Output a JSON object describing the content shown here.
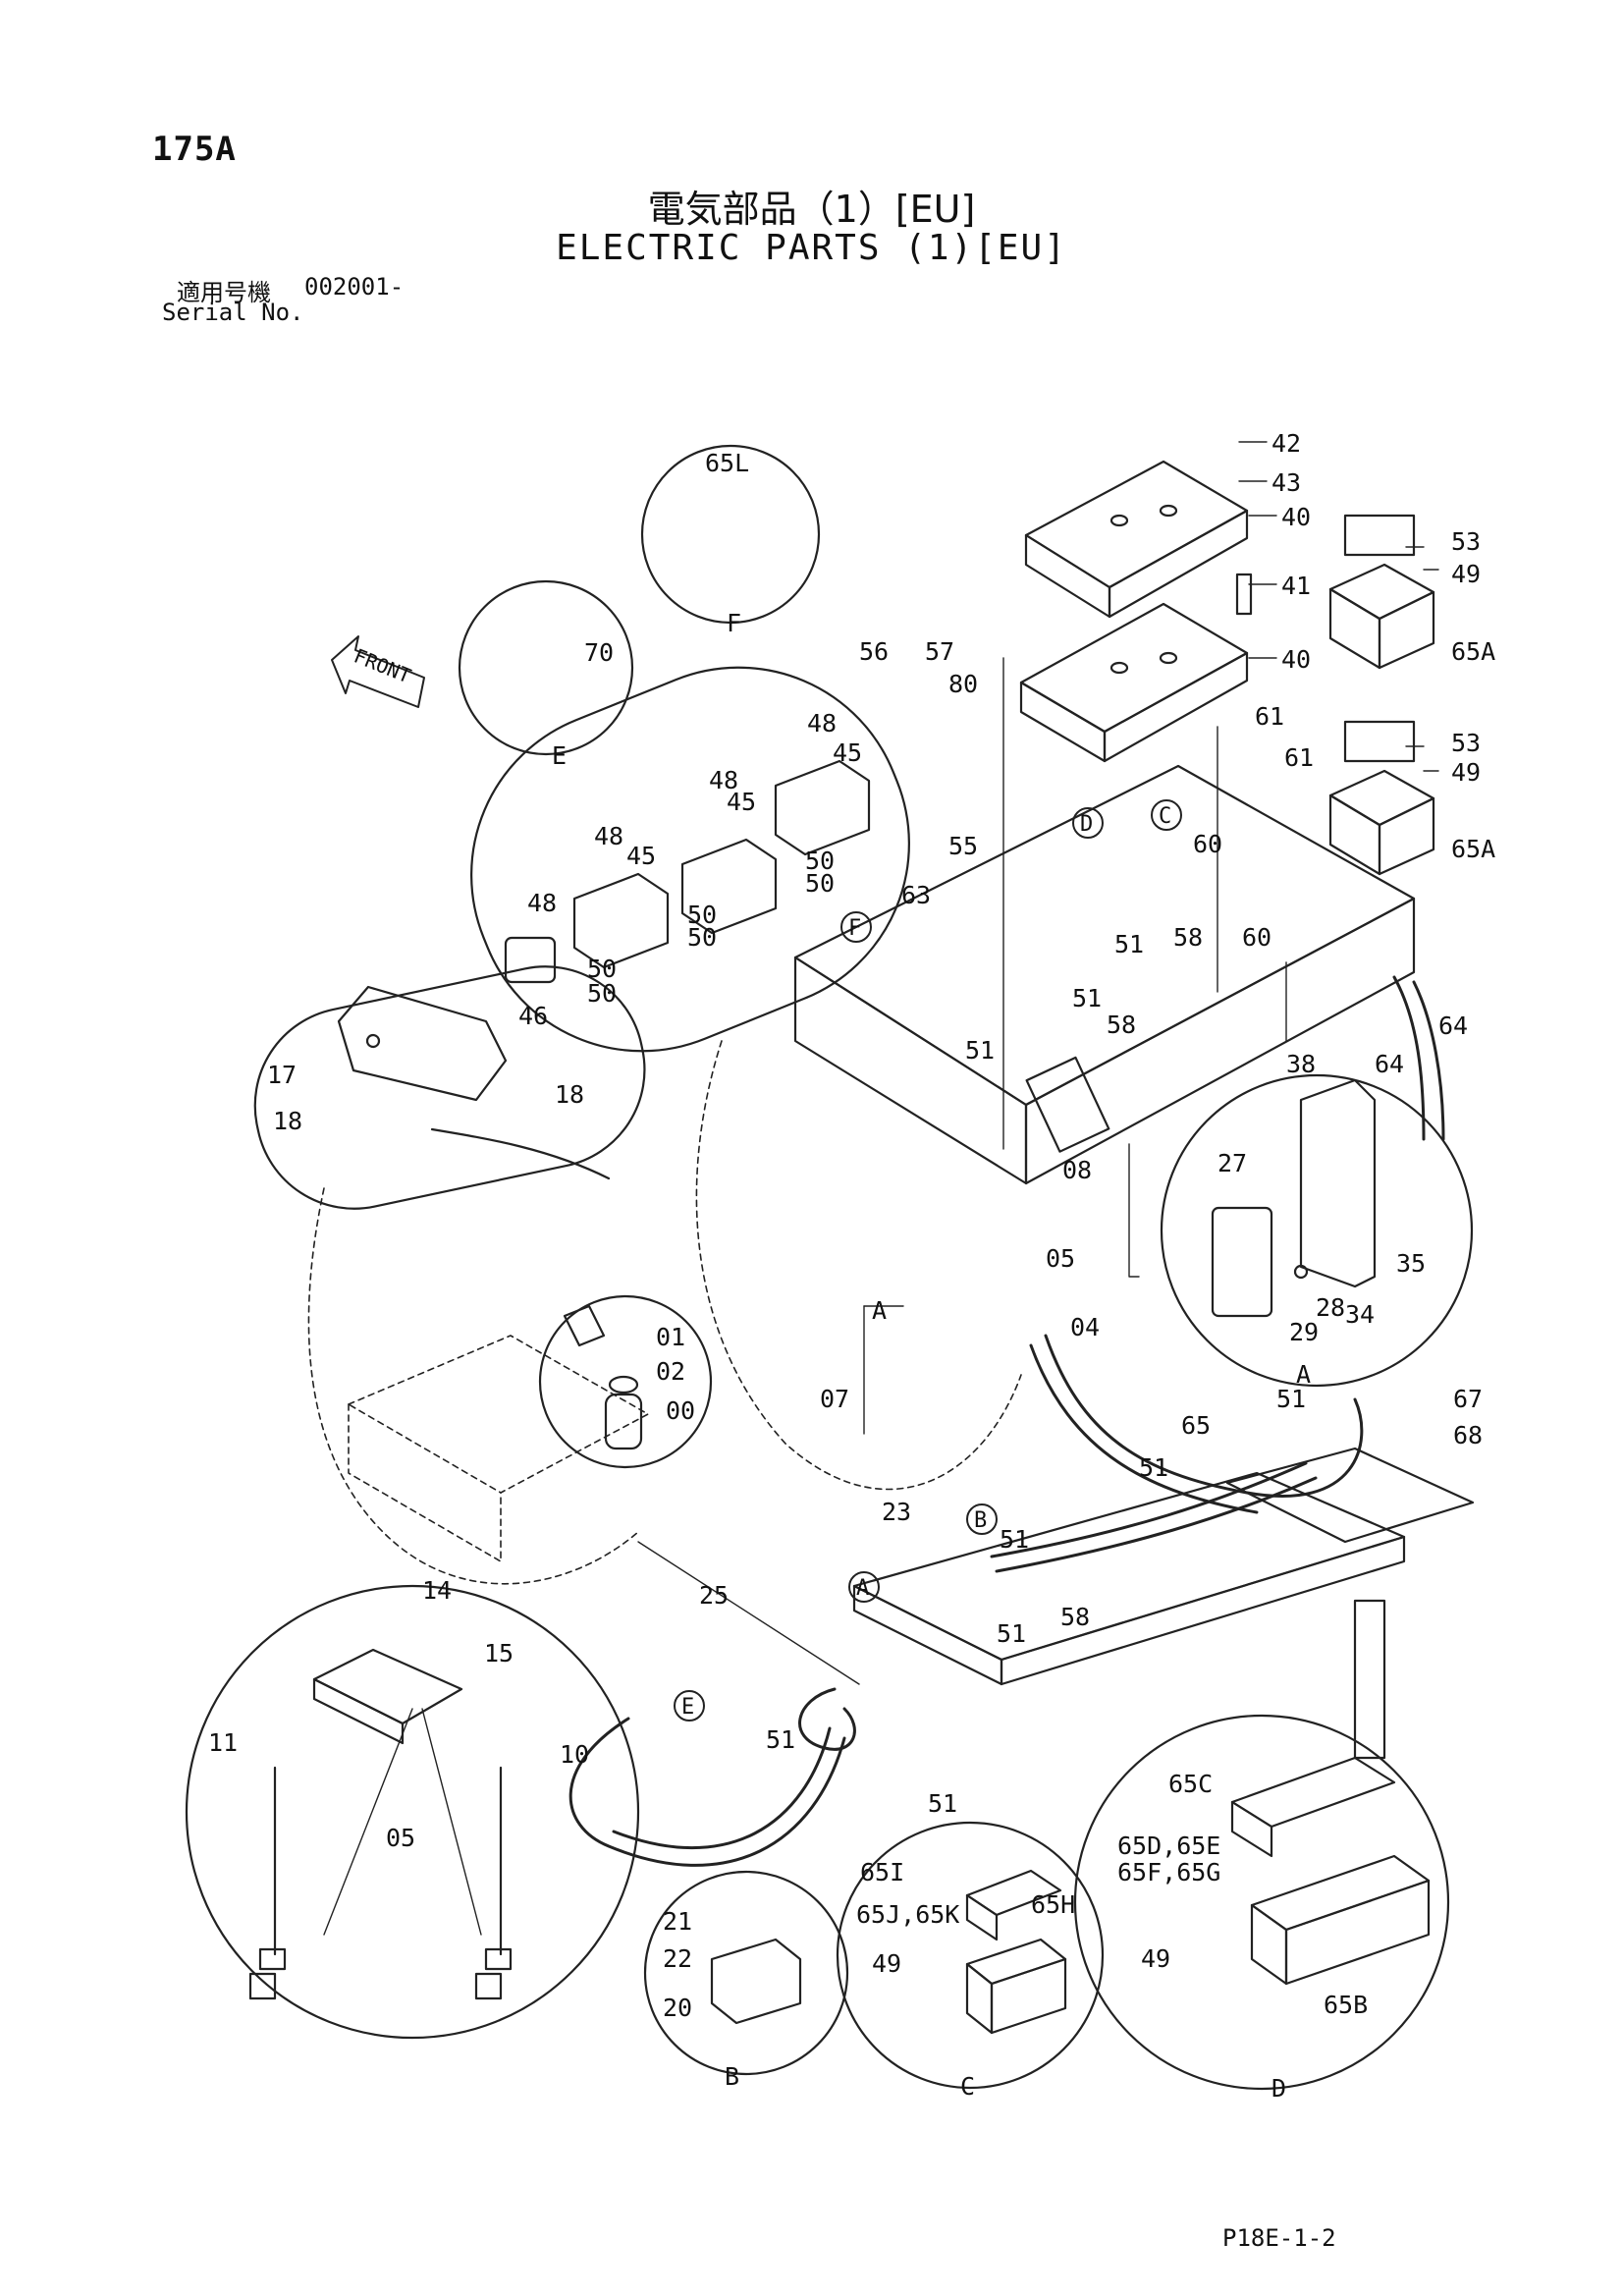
{
  "header": {
    "page_number": "175A",
    "title_jp": "電気部品（1）[EU]",
    "title_en": "ELECTRIC PARTS (1)[EU]",
    "serial_label_jp": "適用号機",
    "serial_value": "002001-",
    "serial_label_en": "Serial No."
  },
  "front_label": "FRONT",
  "callouts": {
    "p42": "42",
    "p43": "43",
    "p40a": "40",
    "p40b": "40",
    "p41": "41",
    "p53a": "53",
    "p49a": "49",
    "p65Aa": "65A",
    "p53b": "53",
    "p49b": "49",
    "p65Ab": "65A",
    "p61a": "61",
    "p61b": "61",
    "p56": "56",
    "p57": "57",
    "p80": "80",
    "p55": "55",
    "p60a": "60",
    "p60b": "60",
    "p63": "63",
    "p58a": "58",
    "p58b": "58",
    "p58c": "58",
    "p51a": "51",
    "p51b": "51",
    "p51c": "51",
    "p51d": "51",
    "p51e": "51",
    "p51f": "51",
    "p51g": "51",
    "p51h": "51",
    "p51i": "51",
    "p38": "38",
    "p64a": "64",
    "p64b": "64",
    "p08": "08",
    "p05a": "05",
    "p04": "04",
    "p07": "07",
    "pA1": "A",
    "p65": "65",
    "p67": "67",
    "p68": "68",
    "p23": "23",
    "p25": "25",
    "p45a": "45",
    "p45b": "45",
    "p45c": "45",
    "p48a": "48",
    "p48b": "48",
    "p48c": "48",
    "p48d": "48",
    "p50a": "50",
    "p50b": "50",
    "p50c": "50",
    "p50d": "50",
    "p50e": "50",
    "p50f": "50",
    "p46": "46",
    "p65L": "65L",
    "p70": "70",
    "p17": "17",
    "p18a": "18",
    "p18b": "18",
    "p01": "01",
    "p02": "02",
    "p00": "00",
    "p27": "27",
    "p35": "35",
    "p28": "28",
    "p34": "34",
    "p29": "29",
    "p14": "14",
    "p15": "15",
    "p11": "11",
    "p10": "10",
    "p05b": "05",
    "p21": "21",
    "p22": "22",
    "p20": "20",
    "p65I": "65I",
    "p65JK": "65J,65K",
    "p65H": "65H",
    "p49c": "49",
    "p65C": "65C",
    "p65DE": "65D,65E",
    "p65FG": "65F,65G",
    "p49d": "49",
    "p65B": "65B"
  },
  "detail_letters": {
    "E": "E",
    "F": "F",
    "A": "A",
    "B": "B",
    "C": "C",
    "D": "D"
  },
  "circle_markers": {
    "D": "D",
    "C": "C",
    "F": "F",
    "B": "B",
    "A": "A",
    "E": "E"
  },
  "footer": {
    "page_code": "P18E-1-2"
  }
}
